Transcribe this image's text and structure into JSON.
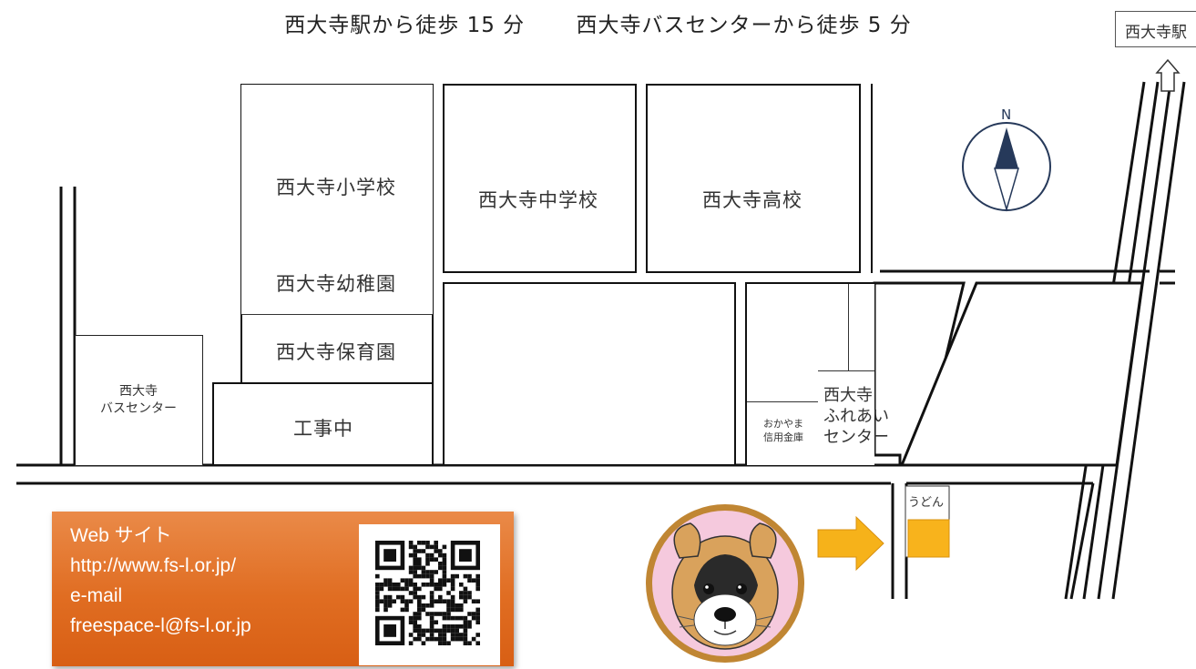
{
  "header": {
    "access_station": "西大寺駅から徒歩 15 分",
    "access_bus": "西大寺バスセンターから徒歩 5 分"
  },
  "station_sign": "西大寺駅",
  "compass": {
    "north_label": "N"
  },
  "buildings": {
    "elementary_school": "西大寺小学校",
    "kindergarten": "西大寺幼稚園",
    "nursery": "西大寺保育園",
    "construction": "工事中",
    "middle_school": "西大寺中学校",
    "high_school": "西大寺高校",
    "bus_center_line1": "西大寺",
    "bus_center_line2": "バスセンター",
    "fureai_line1": "西大寺",
    "fureai_line2": "ふれあい",
    "fureai_line3": "センター",
    "okayama_line1": "おかやま",
    "okayama_line2": "信用金庫",
    "udon": "うどん"
  },
  "web_panel": {
    "heading": "Web サイト",
    "url": "http://www.fs-l.or.jp/",
    "email_label": "e-mail",
    "email": "freespace-l@fs-l.or.jp"
  },
  "colors": {
    "panel_orange": "#e06d22",
    "arrow_yellow": "#f6b21a",
    "destination_yellow": "#f8b31c",
    "logo_pink": "#f3c6dc",
    "logo_ring": "#b8762a",
    "compass_fill": "#26395a"
  }
}
